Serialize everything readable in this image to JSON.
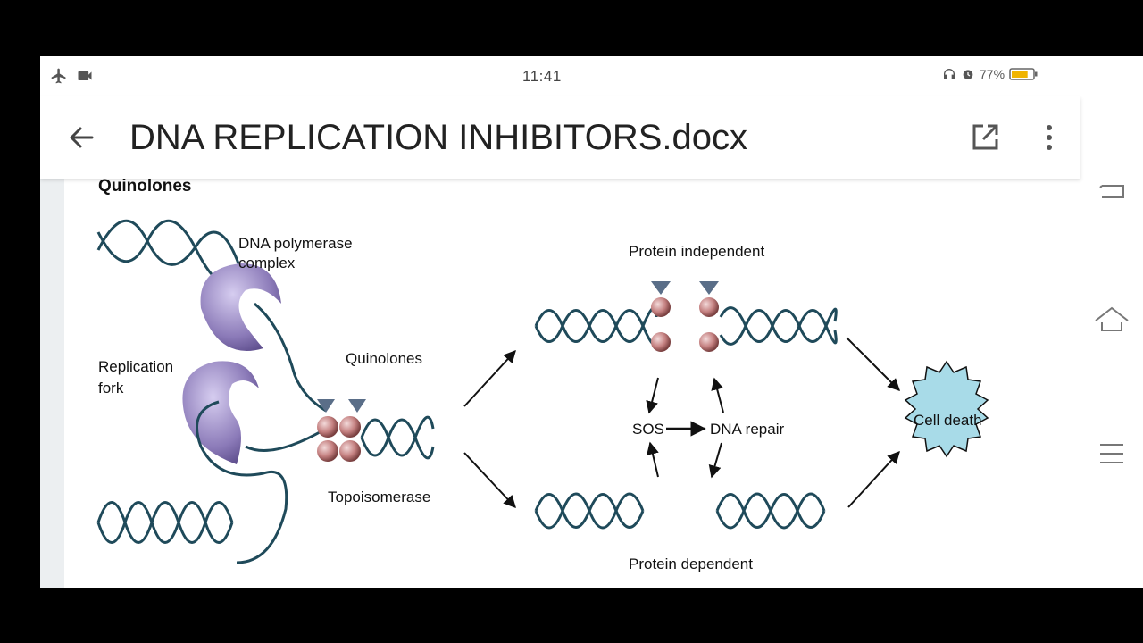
{
  "status_bar": {
    "time": "11:41",
    "battery_percent": "77%",
    "battery_level": 0.77,
    "left_icons": [
      "airplane-icon",
      "video-icon"
    ],
    "right_icons": [
      "headphones-icon",
      "alarm-icon",
      "battery-icon"
    ]
  },
  "app_bar": {
    "back_icon": "arrow-left-icon",
    "title": "DNA REPLICATION INHIBITORS.docx",
    "open_icon": "open-external-icon",
    "more_icon": "more-vertical-icon"
  },
  "figure": {
    "heading": "Quinolones",
    "labels": {
      "dna_polymerase_1": "DNA polymerase",
      "dna_polymerase_2": "complex",
      "replication_fork_1": "Replication",
      "replication_fork_2": "fork",
      "quinolones": "Quinolones",
      "topoisomerase": "Topoisomerase",
      "protein_independent": "Protein independent",
      "protein_dependent": "Protein dependent",
      "sos": "SOS",
      "dna_repair": "DNA repair",
      "cell_death": "Cell death"
    },
    "colors": {
      "dna_strand": "#1f4a5a",
      "polymerase": "#8b7ab8",
      "quinolone_sphere": "#c48080",
      "cell_death": "#a8dbe8"
    }
  },
  "nav_bar": {
    "buttons": [
      "recent-apps-icon",
      "home-icon",
      "menu-icon"
    ]
  }
}
